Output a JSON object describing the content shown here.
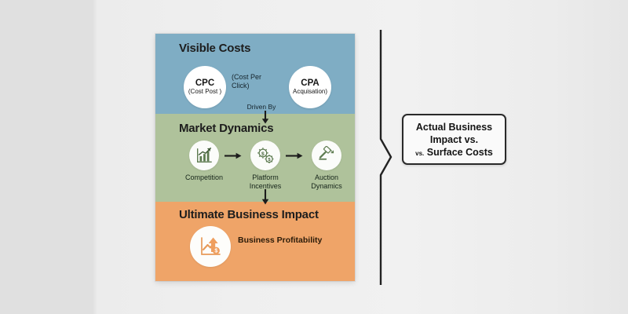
{
  "diagram": {
    "bands": [
      {
        "id": "visible-costs",
        "title": "Visible Costs",
        "color": "#7fadc4",
        "nodes": [
          {
            "abbr": "CPC",
            "sub": "(Cost Post )"
          },
          {
            "abbr": "CPA",
            "sub": "Acquisation)"
          }
        ],
        "expansion": "(Cost Per Click)"
      },
      {
        "id": "market-dynamics",
        "title": "Market Dynamics",
        "color": "#afc29b",
        "steps": [
          {
            "label": "Competition",
            "icon": "bar-chart-growth-icon"
          },
          {
            "label": "Platform Incentives",
            "icon": "gears-dollar-icon"
          },
          {
            "label": "Auction Dynamics",
            "icon": "gavel-icon"
          }
        ]
      },
      {
        "id": "ultimate-business-impact",
        "title": "Ultimate Business Impact",
        "color": "#efa468",
        "outcome": {
          "label": "Business Profitability",
          "icon": "growth-arrow-dollar-icon"
        }
      }
    ],
    "connectors": [
      {
        "id": "driven-by",
        "label": "Driven By",
        "direction": "down"
      },
      {
        "id": "market-to-impact",
        "label": "",
        "direction": "down"
      },
      {
        "id": "competition-to-platform",
        "label": "",
        "direction": "right"
      },
      {
        "id": "platform-to-auction",
        "label": "",
        "direction": "right"
      }
    ],
    "callout": {
      "line1": "Actual Business",
      "line2": "Impact vs.",
      "line3_small": "vs.",
      "line3_main": "Surface Costs",
      "border_color": "#2a2a2a"
    },
    "background": "#e3e3e3"
  }
}
